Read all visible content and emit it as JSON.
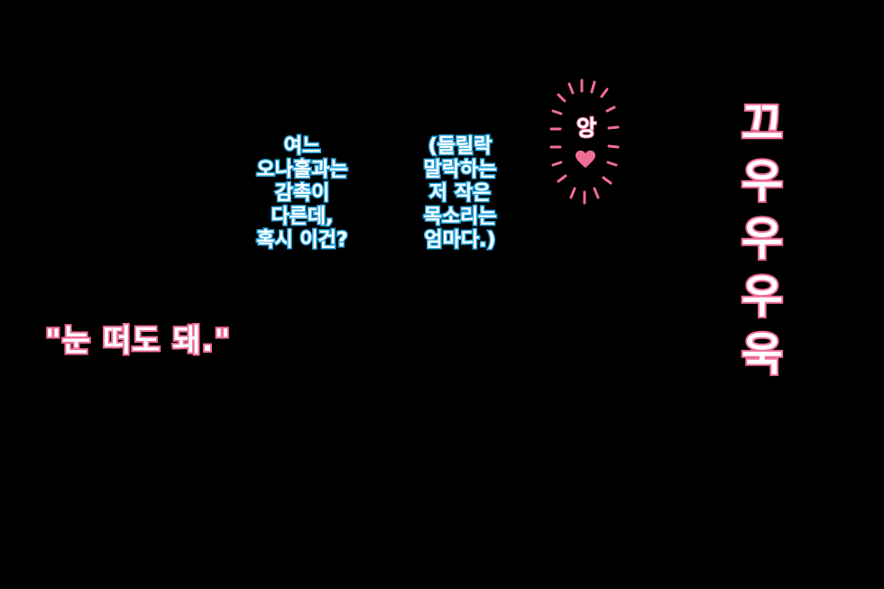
{
  "captions": {
    "left": [
      "여느",
      "오나홀과는",
      "감촉이",
      "다른데,",
      "혹시 이건?"
    ],
    "middle": [
      "(들릴락",
      "말락하는",
      "저 작은",
      "목소리는",
      "엄마다.)"
    ]
  },
  "quote": "\"눈 떠도 돼.\"",
  "moan_vertical": [
    "끄",
    "우",
    "우",
    "우",
    "욱"
  ],
  "burst": {
    "text": "앙",
    "icon": "heart-icon"
  },
  "colors": {
    "background": "#000000",
    "blue_outline": "#29a6df",
    "pink_outline": "#f06d95",
    "fill": "#ffffff"
  }
}
